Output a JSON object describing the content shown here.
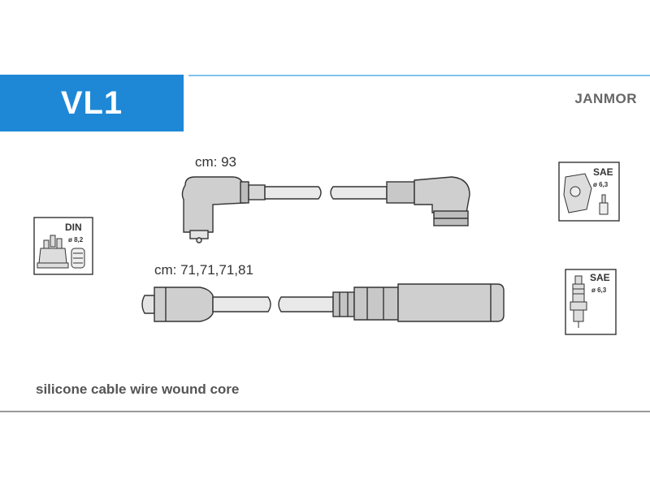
{
  "header": {
    "code": "VL1",
    "brand": "JANMOR",
    "brand_color": "#1e88d6"
  },
  "cables": {
    "top_length": "cm: 93",
    "bottom_length": "cm: 71,71,71,81"
  },
  "badges": {
    "din": {
      "standard": "DIN",
      "diameter": "ø 8,2",
      "icon": "distributor-cap-icon"
    },
    "sae_top": {
      "standard": "SAE",
      "diameter": "ø 6,3",
      "icon": "coil-icon"
    },
    "sae_bottom": {
      "standard": "SAE",
      "diameter": "ø 6,3",
      "icon": "spark-plug-icon"
    }
  },
  "footer": {
    "description": "silicone cable wire wound core"
  }
}
